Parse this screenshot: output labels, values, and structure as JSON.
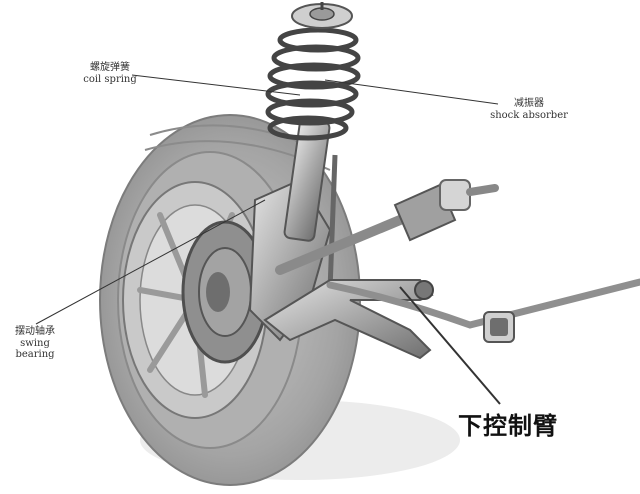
{
  "labels": {
    "coil_spring": {
      "zh": "螺旋弹簧",
      "en": "coil spring"
    },
    "shock_absorber": {
      "zh": "减振器",
      "en": "shock absorber"
    },
    "swing_bearing": {
      "zh": "摆动轴承",
      "en": "swing bearing"
    },
    "lower_control_arm": {
      "zh": "下控制臂"
    }
  },
  "colors": {
    "tire": "#9a9a9a",
    "metal": "#b5b5b5",
    "dark_metal": "#555555",
    "leader_line": "#333333"
  }
}
